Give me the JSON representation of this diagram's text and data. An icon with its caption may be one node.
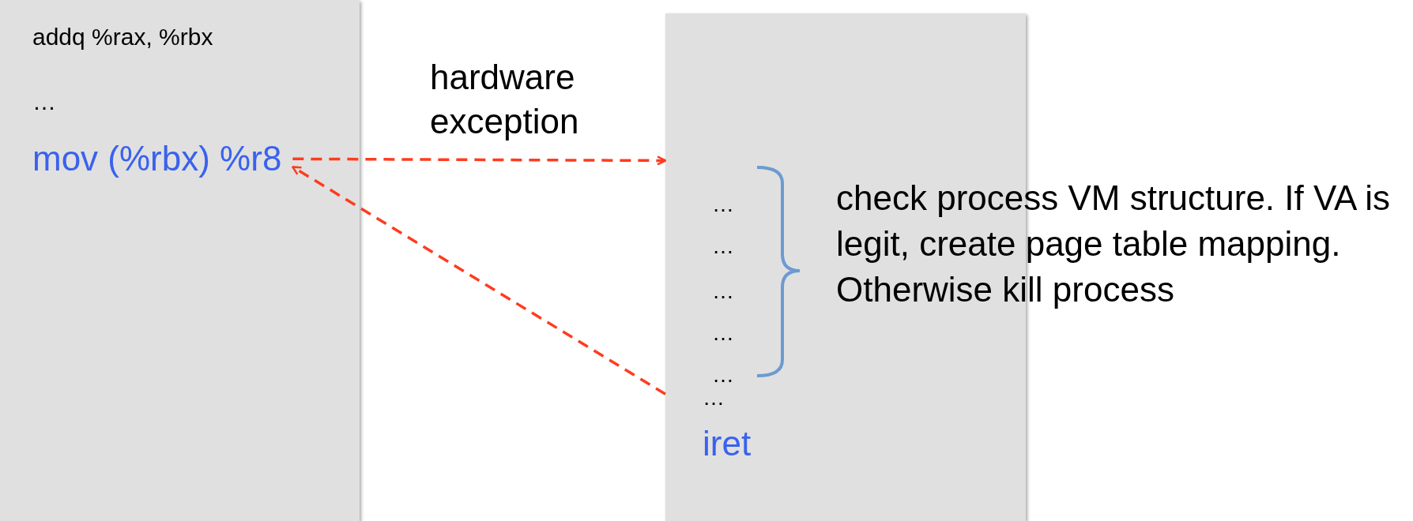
{
  "diagram": {
    "nodes": [
      {
        "text": [
          "addq %rax, %rbx",
          "…"
        ]
      },
      {
        "text": [
          "mov (%rbx) %r8"
        ],
        "in": 0
      },
      {
        "text": [
          "…",
          "…",
          "…",
          "…",
          "…",
          "…"
        ]
      },
      {
        "text": [
          "iret"
        ],
        "in": 2
      }
    ],
    "edges": [
      {
        "from": 1,
        "to": 2,
        "arrow": "to",
        "label": "hardware exception",
        "style": "dashed"
      },
      {
        "from": 2,
        "to": 1,
        "arrow": "to",
        "style": "dashed"
      }
    ],
    "labels": [
      "check process VM structure. If VA is legit, create page table mapping. Otherwise kill process"
    ]
  }
}
